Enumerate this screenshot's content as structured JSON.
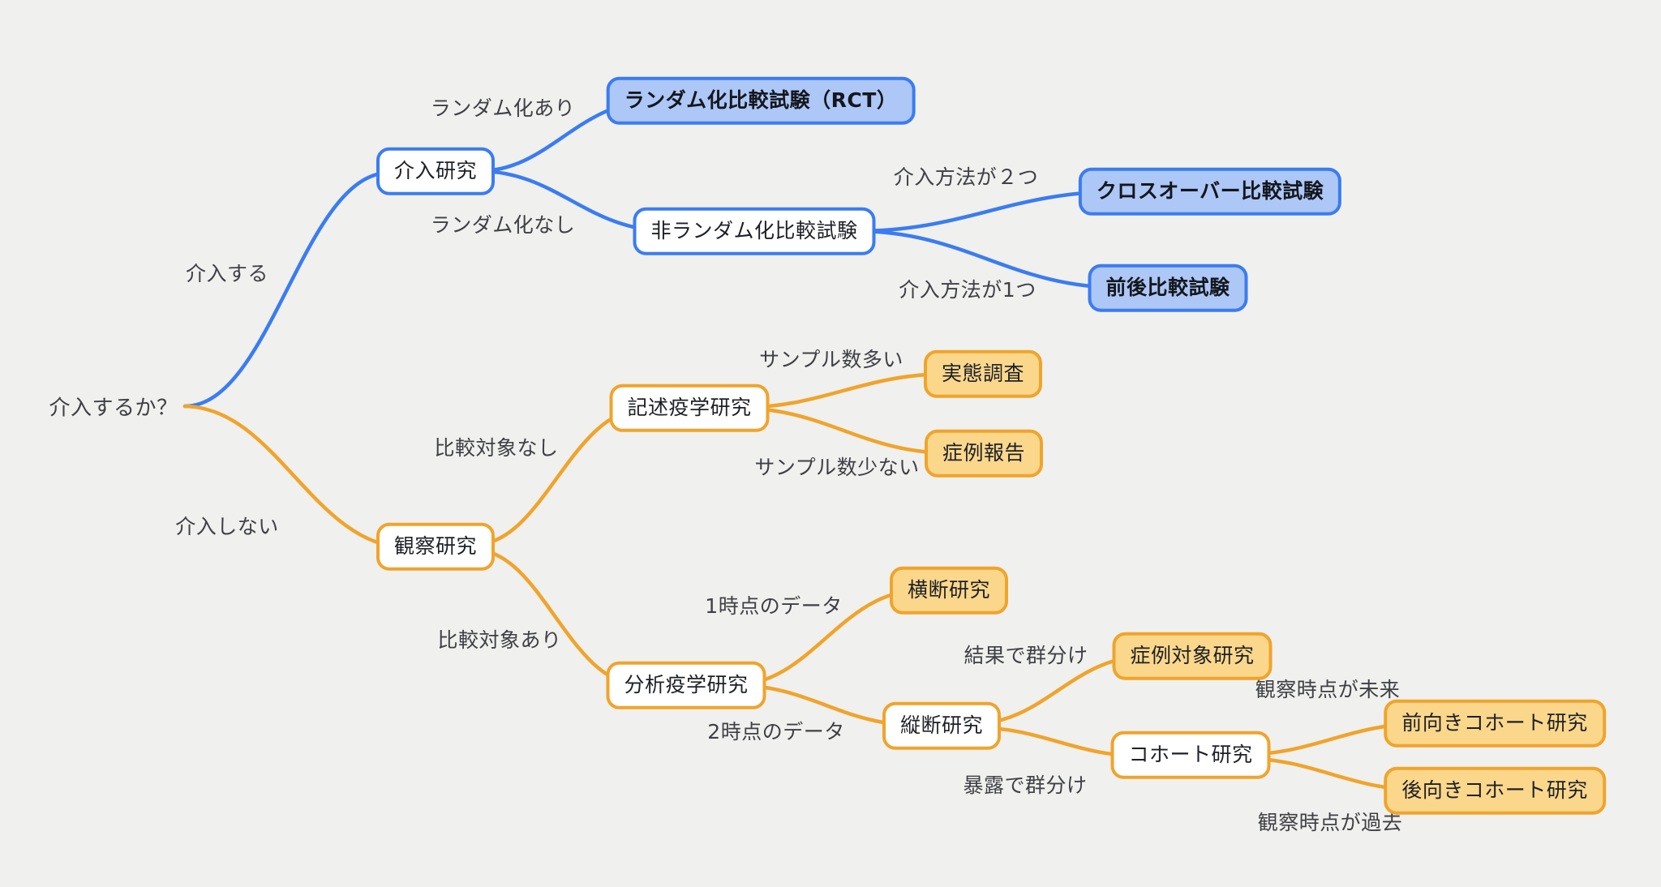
{
  "page": {
    "background_color": "#f0f0ee"
  },
  "palette": {
    "blue_line": "#3b7cf0",
    "blue_node_fill": "#adc7f6",
    "orange_line": "#f0a42c",
    "orange_node_fill": "#fbd78c",
    "white_node_fill": "#ffffff",
    "label_text": "#3f4045",
    "node_text": "#1d2026"
  },
  "diagram": {
    "type": "mindmap-decision-tree",
    "root": {
      "label": "介入するか？"
    },
    "nodes": [
      {
        "id": "intervention-study",
        "label": "介入研究",
        "style": "blue-outline",
        "parent": "root"
      },
      {
        "id": "rct",
        "label": "ランダム化比較試験（RCT）",
        "style": "blue-fill",
        "parent": "intervention-study"
      },
      {
        "id": "non-randomized-trial",
        "label": "非ランダム化比較試験",
        "style": "blue-outline",
        "parent": "intervention-study"
      },
      {
        "id": "crossover-trial",
        "label": "クロスオーバー比較試験",
        "style": "blue-fill",
        "parent": "non-randomized-trial"
      },
      {
        "id": "before-after-trial",
        "label": "前後比較試験",
        "style": "blue-fill",
        "parent": "non-randomized-trial"
      },
      {
        "id": "observational-study",
        "label": "観察研究",
        "style": "orange-outline",
        "parent": "root"
      },
      {
        "id": "descriptive-epidemiology",
        "label": "記述疫学研究",
        "style": "orange-outline",
        "parent": "observational-study"
      },
      {
        "id": "field-survey",
        "label": "実態調査",
        "style": "orange-fill",
        "parent": "descriptive-epidemiology"
      },
      {
        "id": "case-report",
        "label": "症例報告",
        "style": "orange-fill",
        "parent": "descriptive-epidemiology"
      },
      {
        "id": "analytical-epidemiology",
        "label": "分析疫学研究",
        "style": "orange-outline",
        "parent": "observational-study"
      },
      {
        "id": "cross-sectional-study",
        "label": "横断研究",
        "style": "orange-fill",
        "parent": "analytical-epidemiology"
      },
      {
        "id": "longitudinal-study",
        "label": "縦断研究",
        "style": "orange-outline",
        "parent": "analytical-epidemiology"
      },
      {
        "id": "case-control-study",
        "label": "症例対象研究",
        "style": "orange-fill",
        "parent": "longitudinal-study"
      },
      {
        "id": "cohort-study",
        "label": "コホート研究",
        "style": "orange-outline",
        "parent": "longitudinal-study"
      },
      {
        "id": "prospective-cohort-study",
        "label": "前向きコホート研究",
        "style": "orange-fill",
        "parent": "cohort-study"
      },
      {
        "id": "retrospective-cohort-study",
        "label": "後向きコホート研究",
        "style": "orange-fill",
        "parent": "cohort-study"
      }
    ],
    "edge_labels": [
      {
        "id": "intervene-yes",
        "label": "介入する"
      },
      {
        "id": "randomization-yes",
        "label": "ランダム化あり"
      },
      {
        "id": "randomization-no",
        "label": "ランダム化なし"
      },
      {
        "id": "two-methods",
        "label": "介入方法が２つ"
      },
      {
        "id": "one-method",
        "label": "介入方法が1つ"
      },
      {
        "id": "intervene-no",
        "label": "介入しない"
      },
      {
        "id": "no-comparison",
        "label": "比較対象なし"
      },
      {
        "id": "sample-large",
        "label": "サンプル数多い"
      },
      {
        "id": "sample-small",
        "label": "サンプル数少ない"
      },
      {
        "id": "with-comparison",
        "label": "比較対象あり"
      },
      {
        "id": "one-timepoint",
        "label": "1時点のデータ"
      },
      {
        "id": "two-timepoints",
        "label": "2時点のデータ"
      },
      {
        "id": "group-by-outcome",
        "label": "結果で群分け"
      },
      {
        "id": "group-by-exposure",
        "label": "暴露で群分け"
      },
      {
        "id": "observe-future",
        "label": "観察時点が未来"
      },
      {
        "id": "observe-past",
        "label": "観察時点が過去"
      }
    ]
  }
}
